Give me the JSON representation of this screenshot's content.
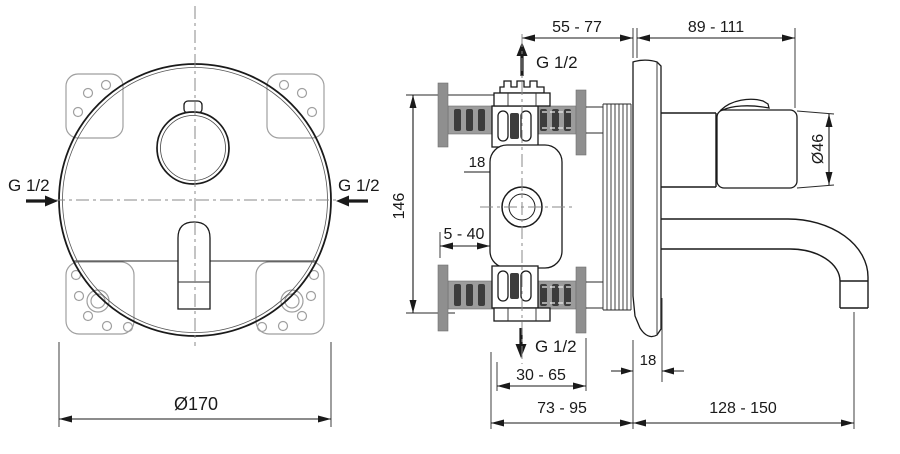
{
  "front_view": {
    "port_left_label": "G 1/2",
    "port_right_label": "G 1/2",
    "diameter_label": "Ø170"
  },
  "side_view": {
    "port_top_label": "G 1/2",
    "port_bottom_label": "G 1/2",
    "dim_body_recess_depth": "55 - 77",
    "dim_trim_depth": "89 - 111",
    "dim_inlet_offset": "18",
    "dim_port_spacing": "146",
    "dim_wall_thickness_range": "5 - 40",
    "dim_handle_diameter": "Ø46",
    "dim_escutcheon_depth": "18",
    "dim_clamp_range": "30 - 65",
    "dim_rough_in_depth": "73 - 95",
    "dim_spout_projection": "128 - 150"
  },
  "colors": {
    "line": "#1a1a1a",
    "steel_gray": "#9c9c9c",
    "flange_gray": "#8f8f8f",
    "dark_gray": "#3c3c3c",
    "plate_outline_gray": "#9f9f9f",
    "centerline_gray": "#8a8a8a",
    "background": "#ffffff"
  }
}
